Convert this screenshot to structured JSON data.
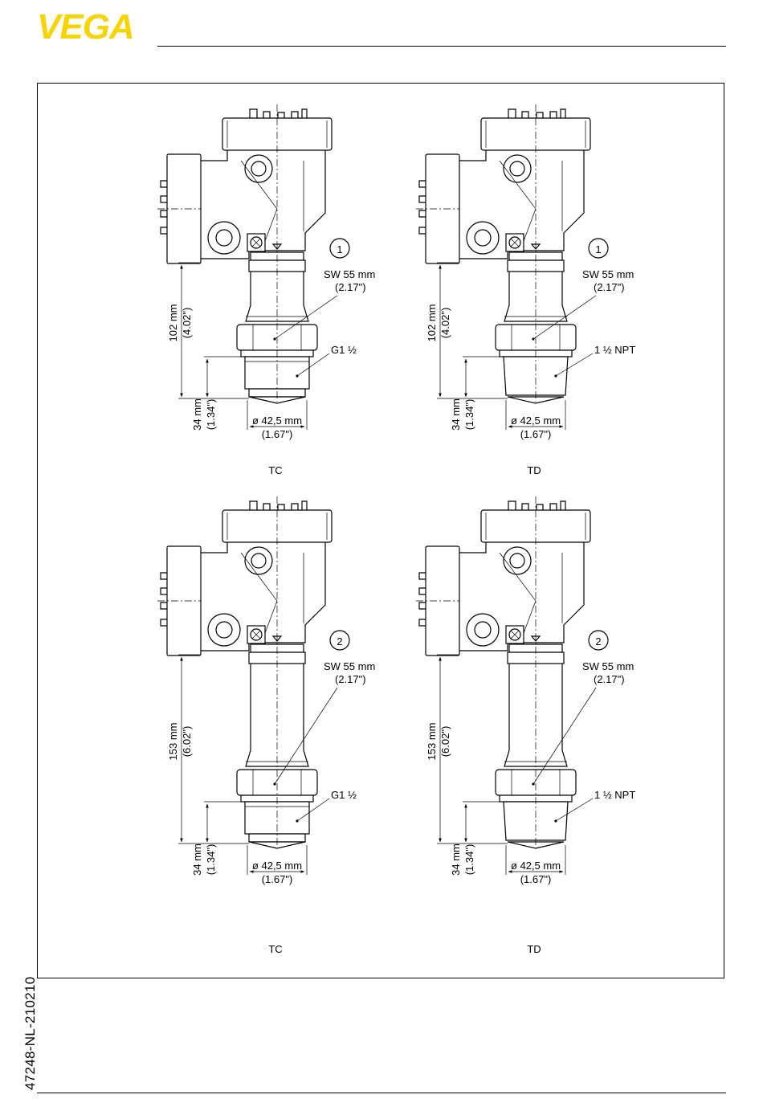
{
  "header": {
    "brand": "VEGA",
    "brand_color": "#f5d400"
  },
  "footer": {
    "doc_id": "47248-NL-210210"
  },
  "drawings": [
    {
      "marker": "1",
      "version": "TC",
      "sw_size": "SW 55 mm",
      "sw_inch": "(2.17\")",
      "thread": "G1 ½",
      "height_mm": "102 mm",
      "height_inch": "(4.02\")",
      "bottom_mm": "34 mm",
      "bottom_inch": "(1.34\")",
      "diameter_mm": "ø 42,5 mm",
      "diameter_inch": "(1.67\")"
    },
    {
      "marker": "1",
      "version": "TD",
      "sw_size": "SW 55 mm",
      "sw_inch": "(2.17\")",
      "thread": "1 ½ NPT",
      "height_mm": "102 mm",
      "height_inch": "(4.02\")",
      "bottom_mm": "34 mm",
      "bottom_inch": "(1.34\")",
      "diameter_mm": "ø 42,5 mm",
      "diameter_inch": "(1.67\")"
    },
    {
      "marker": "2",
      "version": "TC",
      "sw_size": "SW 55 mm",
      "sw_inch": "(2.17\")",
      "thread": "G1 ½",
      "height_mm": "153 mm",
      "height_inch": "(6.02\")",
      "bottom_mm": "34 mm",
      "bottom_inch": "(1.34\")",
      "diameter_mm": "ø 42,5 mm",
      "diameter_inch": "(1.67\")"
    },
    {
      "marker": "2",
      "version": "TD",
      "sw_size": "SW 55 mm",
      "sw_inch": "(2.17\")",
      "thread": "1 ½ NPT",
      "height_mm": "153 mm",
      "height_inch": "(6.02\")",
      "bottom_mm": "34 mm",
      "bottom_inch": "(1.34\")",
      "diameter_mm": "ø 42,5 mm",
      "diameter_inch": "(1.67\")"
    }
  ]
}
